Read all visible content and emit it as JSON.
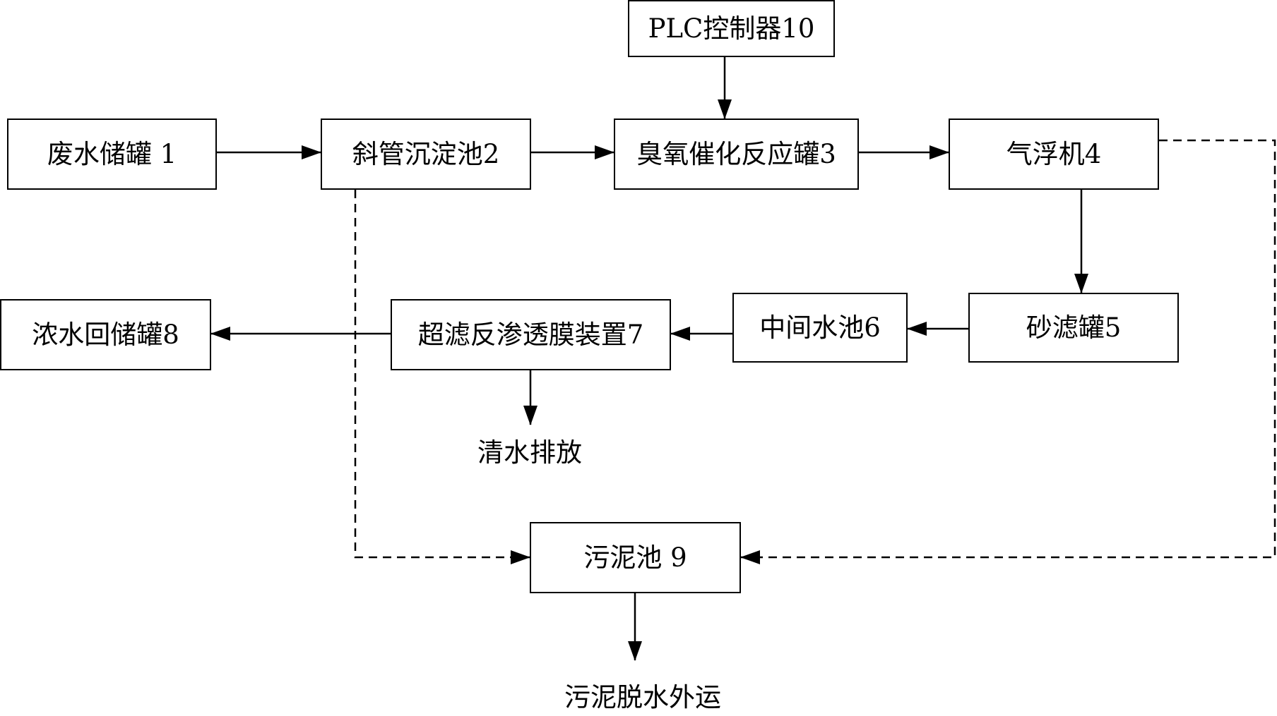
{
  "nodes": {
    "plc_controller": "PLC控制器10",
    "wastewater_tank": "废水储罐 1",
    "inclined_tube_settler": "斜管沉淀池2",
    "ozone_reactor": "臭氧催化反应罐3",
    "air_flotation": "气浮机4",
    "sand_filter": "砂滤罐5",
    "intermediate_pool": "中间水池6",
    "uf_ro_unit": "超滤反渗透膜装置7",
    "concentrate_tank": "浓水回储罐8",
    "sludge_pool": "污泥池 9"
  },
  "outputs": {
    "clean_water_discharge": "清水排放",
    "sludge_dewatering_transport": "污泥脱水外运"
  },
  "colors": {
    "line": "#000000",
    "box_border": "#000000",
    "background": "#ffffff"
  }
}
